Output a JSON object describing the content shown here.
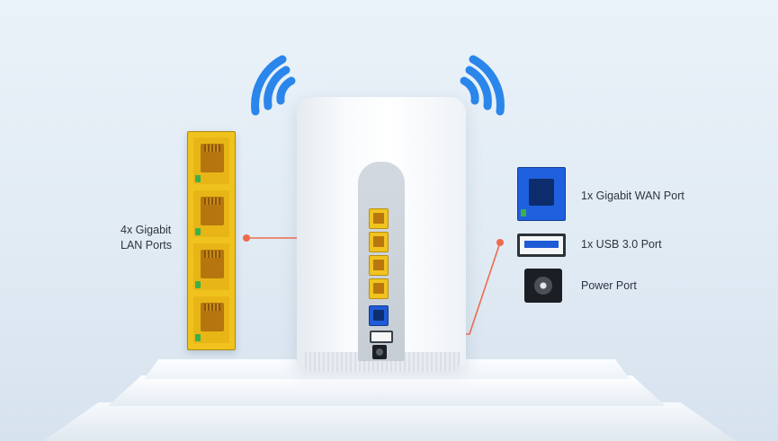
{
  "labels": {
    "lan_line1": "4x Gigabit",
    "lan_line2": "LAN Ports",
    "wan": "1x Gigabit WAN Port",
    "usb": "1x USB 3.0 Port",
    "power": "Power Port"
  },
  "colors": {
    "wifi": "#2a86ea",
    "lan_yellow": "#f0c21e",
    "wan_blue": "#1f60de",
    "callout_line": "#ee6a4c"
  },
  "icons": [
    "wifi-signal-icon"
  ]
}
